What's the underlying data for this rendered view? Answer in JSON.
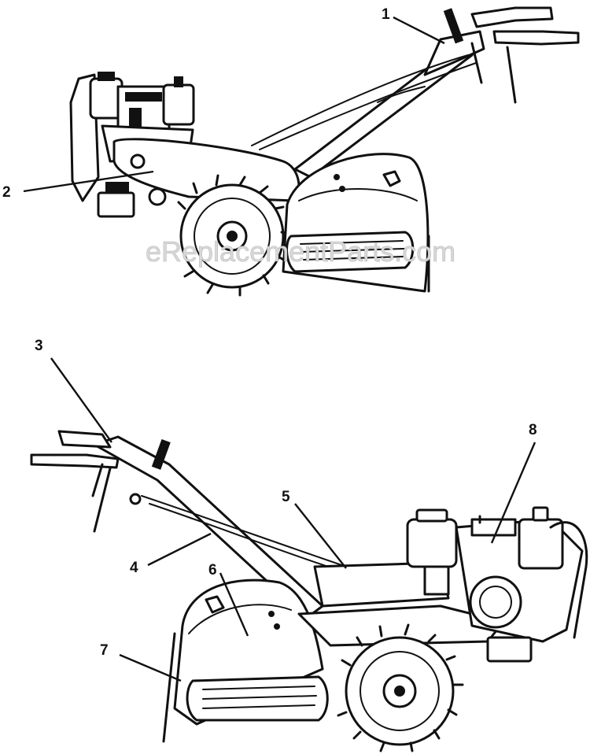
{
  "watermark": "eReplacementParts.com",
  "callouts": {
    "c1": "1",
    "c2": "2",
    "c3": "3",
    "c4": "4",
    "c5": "5",
    "c6": "6",
    "c7": "7",
    "c8": "8"
  },
  "figures": {
    "top": "rear-tine-tiller-left-side-view",
    "bottom": "rear-tine-tiller-right-side-view"
  }
}
